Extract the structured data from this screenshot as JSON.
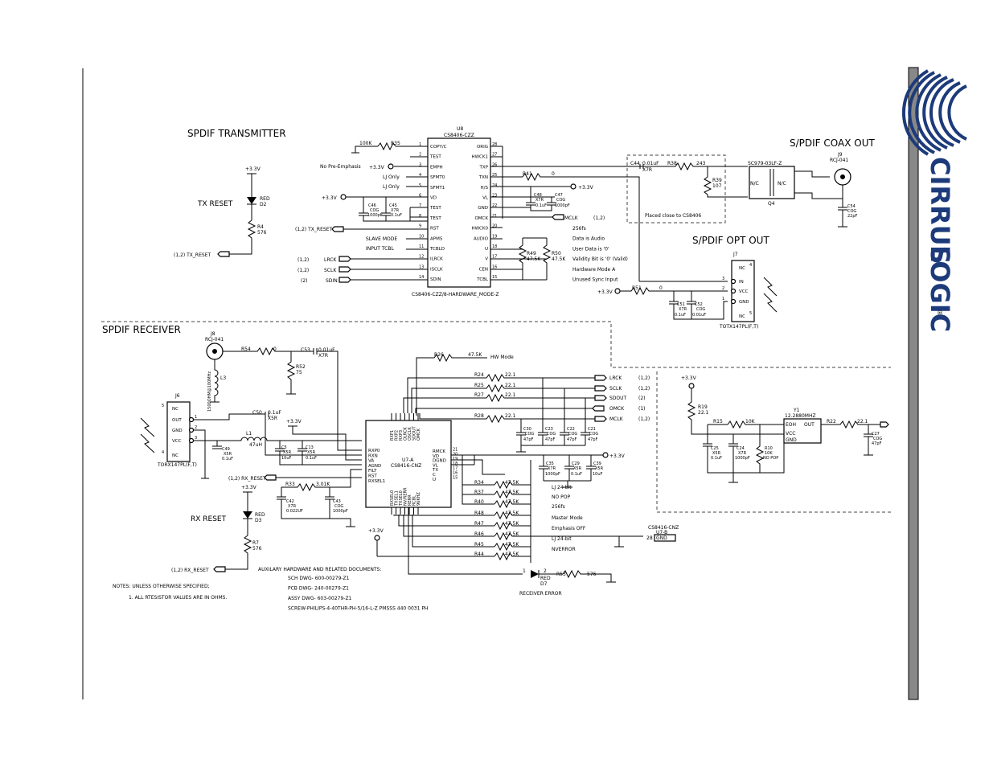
{
  "titles": {
    "tx": "SPDIF TRANSMITTER",
    "rx": "SPDIF RECEIVER",
    "coax": "S/PDIF COAX OUT",
    "opt": "S/PDIF OPT OUT"
  },
  "brand": {
    "line1": "CIRRUS",
    "line2": "LOGIC",
    "reg": "®"
  },
  "u8": {
    "ref": "U8",
    "part": "CS8406-CZZ",
    "foot": "CS8406-CZZ/8-HARDWARE_MODE-Z",
    "left_pins": [
      {
        "n": "1",
        "name": "COPY/C"
      },
      {
        "n": "2",
        "name": "TEST"
      },
      {
        "n": "3",
        "name": "EMPH"
      },
      {
        "n": "4",
        "name": "SFMT0"
      },
      {
        "n": "5",
        "name": "SFMT1"
      },
      {
        "n": "6",
        "name": "VD"
      },
      {
        "n": "7",
        "name": "TEST"
      },
      {
        "n": "8",
        "name": "TEST"
      },
      {
        "n": "9",
        "name": "RST"
      },
      {
        "n": "10",
        "name": "APMS"
      },
      {
        "n": "11",
        "name": "TCBLD"
      },
      {
        "n": "12",
        "name": "ILRCK"
      },
      {
        "n": "13",
        "name": "ISCLK"
      },
      {
        "n": "14",
        "name": "SDIN"
      }
    ],
    "right_pins": [
      {
        "n": "28",
        "name": "ORIG"
      },
      {
        "n": "27",
        "name": "HWCK1"
      },
      {
        "n": "26",
        "name": "TXP"
      },
      {
        "n": "25",
        "name": "TXN"
      },
      {
        "n": "24",
        "name": "H/S"
      },
      {
        "n": "23",
        "name": "VL"
      },
      {
        "n": "22",
        "name": "GND"
      },
      {
        "n": "21",
        "name": "OMCK"
      },
      {
        "n": "20",
        "name": "HWCK0"
      },
      {
        "n": "19",
        "name": "AUDIO"
      },
      {
        "n": "18",
        "name": "U"
      },
      {
        "n": "17",
        "name": "V"
      },
      {
        "n": "16",
        "name": "CEN"
      },
      {
        "n": "15",
        "name": "TCBL"
      }
    ]
  },
  "u7a": {
    "ref": "U7-A",
    "part": "CS8416-CNZ",
    "left_pins": [
      "RXP0",
      "RXN",
      "VA",
      "AGND",
      "FILT",
      "RST",
      "RXSEL1"
    ],
    "top_pins": [
      "RXP1",
      "RXP2",
      "RXP3",
      "OLRCK",
      "OSCLK",
      "SDOUT",
      "OMCK"
    ],
    "right_pins": [
      {
        "n": "21",
        "name": "RMCK"
      },
      {
        "n": "20",
        "name": "VD"
      },
      {
        "n": "19",
        "name": "DGND"
      },
      {
        "n": "18",
        "name": "VL"
      },
      {
        "n": "17",
        "name": "TX"
      },
      {
        "n": "16",
        "name": "C"
      },
      {
        "n": "15",
        "name": "U"
      }
    ],
    "bottom_pins": [
      "RXSEL0",
      "TXSEL1",
      "TXSEL0",
      "NV/RERR",
      "RERR",
      "RCBL",
      "96KHZ"
    ]
  },
  "u7b": {
    "ref": "U7-B",
    "part": "CS8416-CNZ",
    "pin": "28",
    "name": "GND"
  },
  "labels": {
    "vcc": "+3.3V",
    "tx_reset": "TX RESET",
    "rx_reset": "RX RESET",
    "tx_reset_net": "(1,2) TX_RESET",
    "rx_reset_net": "(1,2) RX_RESET",
    "rx_reset_net2": "(1,2) RX_RESET",
    "no_preemph": "No Pre-Emphasis",
    "lj_only1": "LJ Only",
    "lj_only2": "LJ Only",
    "slave_mode": "SLAVE MODE",
    "input_tcbl": "INPUT TCBL",
    "tx_reset_in": "(1,2) TX_RESET",
    "lrck_in": "LRCK",
    "lrck_in_ref": "(1,2)",
    "sclk_in": "SCLK",
    "sclk_in_ref": "(1,2)",
    "sdin_in": "SDIN",
    "sdin_in_ref": "(2)",
    "mclk": "MCLK",
    "mclk_ref": "(1,2)",
    "placed_close": "Placed close to CS8406",
    "hw_mode": "HW Mode",
    "out_lrck": "LRCK",
    "out_lrck_ref": "(1,2)",
    "out_sclk": "SCLK",
    "out_sclk_ref": "(1,2)",
    "out_sdout": "SDOUT",
    "out_sdout_ref": "(2)",
    "out_omck": "OMCK",
    "out_omck_ref": "(1)",
    "out_mclk": "MCLK",
    "out_mclk_ref": "(1,2)",
    "receiver_error": "RECEIVER ERROR",
    "lj24_a": "LJ 24-bit",
    "nopop": "NO POP",
    "f256": "256fs",
    "master_mode": "Master Mode",
    "emph_off": "Emphasis OFF",
    "lj24_b": "LJ 24-bit",
    "nverror": "NVERROR"
  },
  "tx_notes": [
    "256fs",
    "Data is Audio",
    "User Data is '0'",
    "Validity Bit is '0' (Valid)",
    "Hardware Mode A",
    "Unused Sync Input"
  ],
  "components": {
    "r35": {
      "ref": "R35",
      "val": "100K"
    },
    "r4": {
      "ref": "R4",
      "val": "576"
    },
    "d2": {
      "ref": "D2",
      "val": "RED"
    },
    "c46": {
      "ref": "C46",
      "type": "COG",
      "val": "1000pF"
    },
    "c45": {
      "ref": "C45",
      "type": "X7R",
      "val": "0.1uF"
    },
    "c48": {
      "ref": "C48",
      "type": "X7R",
      "val": "0.1uF"
    },
    "c47": {
      "ref": "C47",
      "type": "COG",
      "val": "1000pF"
    },
    "r41": {
      "ref": "R41",
      "val": "0"
    },
    "r49": {
      "ref": "R49",
      "val": "47.5K"
    },
    "r50": {
      "ref": "R50",
      "val": "47.5K"
    },
    "c44": {
      "ref": "C44",
      "val": "0.01uF",
      "type": "X7R"
    },
    "r38": {
      "ref": "R38",
      "val": "243"
    },
    "r39": {
      "ref": "R39",
      "val": "107"
    },
    "t1": {
      "part": "SC979-03LF-Z",
      "ref": "Q4",
      "nc": "N/C"
    },
    "j9": {
      "ref": "J9",
      "part": "RCJ-041"
    },
    "c54": {
      "ref": "C54",
      "type": "COG",
      "val": "22pF"
    },
    "j7": {
      "ref": "J7",
      "part": "TOTX147PL(F,T)",
      "pins": [
        "NC",
        "IN",
        "VCC",
        "GND",
        "NC"
      ]
    },
    "r51": {
      "ref": "R51",
      "val": "0"
    },
    "c51": {
      "ref": "C51",
      "type": "X7R",
      "val": "0.1uF"
    },
    "c52": {
      "ref": "C52",
      "type": "COG",
      "val": "0.01uF"
    },
    "j8": {
      "ref": "J8",
      "part": "RCJ-041"
    },
    "r54": {
      "ref": "R54",
      "val": "0"
    },
    "c53": {
      "ref": "C53",
      "val": "0.01uF",
      "type": "X7R"
    },
    "r52": {
      "ref": "R52",
      "val": "75"
    },
    "l3": {
      "ref": "L3",
      "val": "1500OHM@100MHz"
    },
    "j6": {
      "ref": "J6",
      "part": "TORX147PL(F,T)",
      "pins": [
        "NC",
        "OUT",
        "GND",
        "VCC",
        "NC"
      ]
    },
    "c50": {
      "ref": "C50",
      "val": "0.1uF",
      "type": "X5R"
    },
    "c49": {
      "ref": "C49",
      "type": "X5R",
      "val": "0.1uF"
    },
    "l1": {
      "ref": "L1",
      "val": "47uH"
    },
    "c5": {
      "ref": "C5",
      "type": "X5R",
      "val": "10uF"
    },
    "c13": {
      "ref": "C13",
      "type": "X5R",
      "val": "0.1uF"
    },
    "r33": {
      "ref": "R33",
      "val": "3.01K"
    },
    "c42": {
      "ref": "C42",
      "type": "X7R",
      "val": "0.022UF"
    },
    "c43": {
      "ref": "C43",
      "type": "COG",
      "val": "1000pF"
    },
    "r26": {
      "ref": "R26",
      "val": "47.5K"
    },
    "r24": {
      "ref": "R24",
      "val": "22.1"
    },
    "r25": {
      "ref": "R25",
      "val": "22.1"
    },
    "r27": {
      "ref": "R27",
      "val": "22.1"
    },
    "r28": {
      "ref": "R28",
      "val": "22.1"
    },
    "c30": {
      "ref": "C30",
      "type": "COG",
      "val": "47pF"
    },
    "c23": {
      "ref": "C23",
      "type": "COG",
      "val": "47pF"
    },
    "c22": {
      "ref": "C22",
      "type": "COG",
      "val": "47pF"
    },
    "c21": {
      "ref": "C21",
      "type": "COG",
      "val": "47pF"
    },
    "c35": {
      "ref": "C35",
      "type": "X7R",
      "val": "1000pF"
    },
    "c29": {
      "ref": "C29",
      "type": "X5R",
      "val": "0.1uF"
    },
    "c39": {
      "ref": "C39",
      "type": "X5R",
      "val": "10uF"
    },
    "r34": {
      "ref": "R34",
      "val": "47.5K"
    },
    "r37": {
      "ref": "R37",
      "val": "47.5K"
    },
    "r40": {
      "ref": "R40",
      "val": "47.5K"
    },
    "r48": {
      "ref": "R48",
      "val": "47.5K"
    },
    "r47": {
      "ref": "R47",
      "val": "47.5K"
    },
    "r46": {
      "ref": "R46",
      "val": "47.5K"
    },
    "r45": {
      "ref": "R45",
      "val": "47.5K"
    },
    "r44": {
      "ref": "R44",
      "val": "47.5K"
    },
    "d3": {
      "ref": "D3",
      "val": "RED"
    },
    "r7": {
      "ref": "R7",
      "val": "576"
    },
    "d7": {
      "ref": "D7",
      "val": "RED"
    },
    "r53": {
      "ref": "R53",
      "val": "576"
    },
    "r19": {
      "ref": "R19",
      "val": "22.1"
    },
    "r15": {
      "ref": "R15",
      "val": "10K"
    },
    "y1": {
      "ref": "Y1",
      "val": "12.2880MHZ",
      "pins": [
        "EOH",
        "OUT",
        "VCC",
        "GND"
      ]
    },
    "r22": {
      "ref": "R22",
      "val": "22.1"
    },
    "c27": {
      "ref": "C27",
      "type": "COG",
      "val": "47pF"
    },
    "c25": {
      "ref": "C25",
      "type": "X5R",
      "val": "0.1uF"
    },
    "c24": {
      "ref": "C24",
      "type": "X7R",
      "val": "1000pF"
    },
    "r10": {
      "ref": "R10",
      "val": "10K",
      "note": "NO POP"
    }
  },
  "aux": {
    "title": "AUXILARY HARDWARE AND RELATED DOCUMENTS:",
    "lines": [
      "SCH DWG- 600-00279-Z1",
      "PCB DWG- 240-00279-Z1",
      "ASSY DWG- 603-00279-Z1",
      "SCREW-PHILIPS-4-40THR-PH-5/16-L-Z PMSSS 440 0031 PH"
    ]
  },
  "notes": [
    "NOTES: UNLESS OTHERWISE SPECIFIED;",
    "1. ALL RTESISTOR VALUES ARE IN OHMS."
  ]
}
